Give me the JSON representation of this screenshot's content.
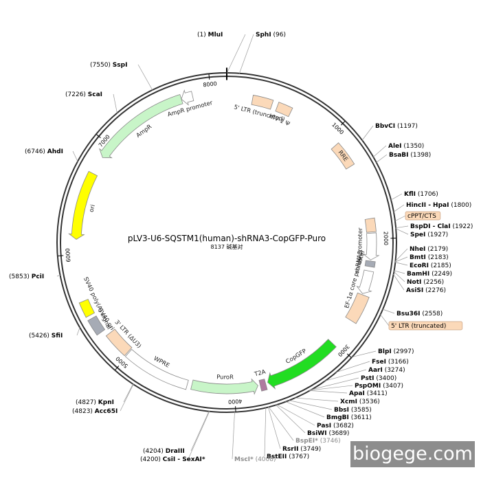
{
  "plasmid": {
    "name": "pLV3-U6-SQSTM1(human)-shRNA3-CopGFP-Puro",
    "size_label": "8137 碱基对",
    "length": 8137
  },
  "ticks": [
    {
      "pos": 1000,
      "label": "1000"
    },
    {
      "pos": 2000,
      "label": "2000"
    },
    {
      "pos": 3000,
      "label": "3000"
    },
    {
      "pos": 4000,
      "label": "4000"
    },
    {
      "pos": 5000,
      "label": "5000"
    },
    {
      "pos": 6000,
      "label": "6000"
    },
    {
      "pos": 7000,
      "label": "7000"
    },
    {
      "pos": 8000,
      "label": "8000"
    }
  ],
  "features": [
    {
      "name": "5' LTR (truncated)",
      "start": 230,
      "end": 410,
      "type": "box",
      "color": "#fbd9b9",
      "label": "5' LTR (truncated)"
    },
    {
      "name": "HIV-1 Ψ",
      "start": 460,
      "end": 590,
      "type": "box",
      "color": "#fbd9b9",
      "label": "HIV-1 Ψ"
    },
    {
      "name": "RRE",
      "start": 1090,
      "end": 1320,
      "type": "box",
      "color": "#fbd9b9",
      "label": "RRE"
    },
    {
      "name": "cPPT/CTS",
      "start": 1820,
      "end": 1940,
      "type": "box",
      "color": "#fbd9b9",
      "label": ""
    },
    {
      "name": "U6 promoter",
      "start": 1950,
      "end": 2190,
      "type": "arrow",
      "color": "#ffffff",
      "label": "U6 promoter"
    },
    {
      "name": "shRNA3",
      "start": 2200,
      "end": 2250,
      "type": "box",
      "color": "#a6abb5",
      "label": "shRNA3"
    },
    {
      "name": "EF-1α core promoter",
      "start": 2290,
      "end": 2500,
      "type": "arrow",
      "color": "#ffffff",
      "label": "EF-1α core promoter"
    },
    {
      "name": "5' LTR (truncated) second",
      "start": 2510,
      "end": 2760,
      "type": "box",
      "color": "#fbd9b9",
      "label": ""
    },
    {
      "name": "CopGFP",
      "start": 3020,
      "end": 3700,
      "type": "arrow",
      "color": "#22dd22",
      "label": "CopGFP"
    },
    {
      "name": "T2A",
      "start": 3720,
      "end": 3770,
      "type": "box",
      "color": "#b07aa0",
      "label": "T2A"
    },
    {
      "name": "PuroR",
      "start": 3790,
      "end": 4380,
      "type": "arrow-ccw",
      "color": "#c8f5c8",
      "label": "PuroR"
    },
    {
      "name": "WPRE",
      "start": 4420,
      "end": 5010,
      "type": "box",
      "color": "#ffffff",
      "label": "WPRE"
    },
    {
      "name": "3' LTR (ΔU3)",
      "start": 5020,
      "end": 5250,
      "type": "box",
      "color": "#fbd9b9",
      "label": "3' LTR (ΔU3)"
    },
    {
      "name": "SV40 ori",
      "start": 5300,
      "end": 5440,
      "type": "box",
      "color": "#a6abb5",
      "label": "SV40 ori"
    },
    {
      "name": "SV40 poly(A) signal",
      "start": 5470,
      "end": 5600,
      "type": "box",
      "color": "#ffff00",
      "label": "SV40 poly(A) signal"
    },
    {
      "name": "ori",
      "start": 6130,
      "end": 6720,
      "type": "arrow-ccw",
      "color": "#ffff00",
      "label": "ori"
    },
    {
      "name": "AmpR",
      "start": 6880,
      "end": 7740,
      "type": "arrow-ccw",
      "color": "#c8f5c8",
      "label": "AmpR"
    },
    {
      "name": "AmpR promoter",
      "start": 7740,
      "end": 7840,
      "type": "arrow-ccw",
      "color": "#ffffff",
      "label": "AmpR promoter"
    }
  ],
  "sites": [
    {
      "name": "MluI",
      "pos_label": "(1)",
      "side": "left",
      "gray": false
    },
    {
      "name": "SphI",
      "pos_label": "(96)",
      "side": "right",
      "gray": false
    },
    {
      "name": "BbvCI",
      "pos_label": "(1197)",
      "side": "right",
      "gray": false
    },
    {
      "name": "AleI",
      "pos_label": "(1350)",
      "side": "right",
      "gray": false
    },
    {
      "name": "BsaBI",
      "pos_label": "(1398)",
      "side": "right",
      "gray": false
    },
    {
      "name": "KflI",
      "pos_label": "(1706)",
      "side": "right",
      "gray": false
    },
    {
      "name": "HincII - HpaI",
      "pos_label": "(1800)",
      "side": "right",
      "gray": false
    },
    {
      "name": "cPPT/CTS",
      "pos_label": "",
      "side": "right",
      "gray": false,
      "boxed": true
    },
    {
      "name": "BspDI - ClaI",
      "pos_label": "(1922)",
      "side": "right",
      "gray": false
    },
    {
      "name": "SpeI",
      "pos_label": "(1927)",
      "side": "right",
      "gray": false
    },
    {
      "name": "NheI",
      "pos_label": "(2179)",
      "side": "right",
      "gray": false
    },
    {
      "name": "BmtI",
      "pos_label": "(2183)",
      "side": "right",
      "gray": false
    },
    {
      "name": "EcoRI",
      "pos_label": "(2185)",
      "side": "right",
      "gray": false
    },
    {
      "name": "BamHI",
      "pos_label": "(2249)",
      "side": "right",
      "gray": false
    },
    {
      "name": "NotI",
      "pos_label": "(2256)",
      "side": "right",
      "gray": false
    },
    {
      "name": "AsiSI",
      "pos_label": "(2276)",
      "side": "right",
      "gray": false
    },
    {
      "name": "Bsu36I",
      "pos_label": "(2558)",
      "side": "right",
      "gray": false
    },
    {
      "name": "5' LTR (truncated)",
      "pos_label": "",
      "side": "right",
      "gray": false,
      "boxed": true
    },
    {
      "name": "BlpI",
      "pos_label": "(2997)",
      "side": "right",
      "gray": false
    },
    {
      "name": "FseI",
      "pos_label": "(3166)",
      "side": "right",
      "gray": false
    },
    {
      "name": "AarI",
      "pos_label": "(3274)",
      "side": "right",
      "gray": false
    },
    {
      "name": "PstI",
      "pos_label": "(3400)",
      "side": "right",
      "gray": false
    },
    {
      "name": "PspOMI",
      "pos_label": "(3407)",
      "side": "right",
      "gray": false
    },
    {
      "name": "ApaI",
      "pos_label": "(3411)",
      "side": "right",
      "gray": false
    },
    {
      "name": "XcmI",
      "pos_label": "(3536)",
      "side": "right",
      "gray": false
    },
    {
      "name": "BbsI",
      "pos_label": "(3585)",
      "side": "right",
      "gray": false
    },
    {
      "name": "BmgBI",
      "pos_label": "(3611)",
      "side": "right",
      "gray": false
    },
    {
      "name": "PasI",
      "pos_label": "(3682)",
      "side": "right",
      "gray": false
    },
    {
      "name": "BsiWI",
      "pos_label": "(3689)",
      "side": "right",
      "gray": false
    },
    {
      "name": "BspEI*",
      "pos_label": "(3746)",
      "side": "right",
      "gray": true
    },
    {
      "name": "RsrII",
      "pos_label": "(3749)",
      "side": "right",
      "gray": false
    },
    {
      "name": "BstEII",
      "pos_label": "(3767)",
      "side": "right",
      "gray": false
    },
    {
      "name": "MscI*",
      "pos_label": "(4008)",
      "side": "right",
      "gray": true
    },
    {
      "name": "DraIII",
      "pos_label": "(4204)",
      "side": "left",
      "gray": false
    },
    {
      "name": "CsiI - SexAI*",
      "pos_label": "(4200)",
      "side": "left",
      "gray": false,
      "partgray": true
    },
    {
      "name": "KpnI",
      "pos_label": "(4827)",
      "side": "left",
      "gray": false
    },
    {
      "name": "Acc65I",
      "pos_label": "(4823)",
      "side": "left",
      "gray": false
    },
    {
      "name": "SfiI",
      "pos_label": "(5426)",
      "side": "left",
      "gray": false
    },
    {
      "name": "PciI",
      "pos_label": "(5853)",
      "side": "left",
      "gray": false
    },
    {
      "name": "AhdI",
      "pos_label": "(6746)",
      "side": "left",
      "gray": false
    },
    {
      "name": "ScaI",
      "pos_label": "(7226)",
      "side": "left",
      "gray": false
    },
    {
      "name": "SspI",
      "pos_label": "(7550)",
      "side": "left",
      "gray": false
    }
  ],
  "watermark": "biogege.com"
}
